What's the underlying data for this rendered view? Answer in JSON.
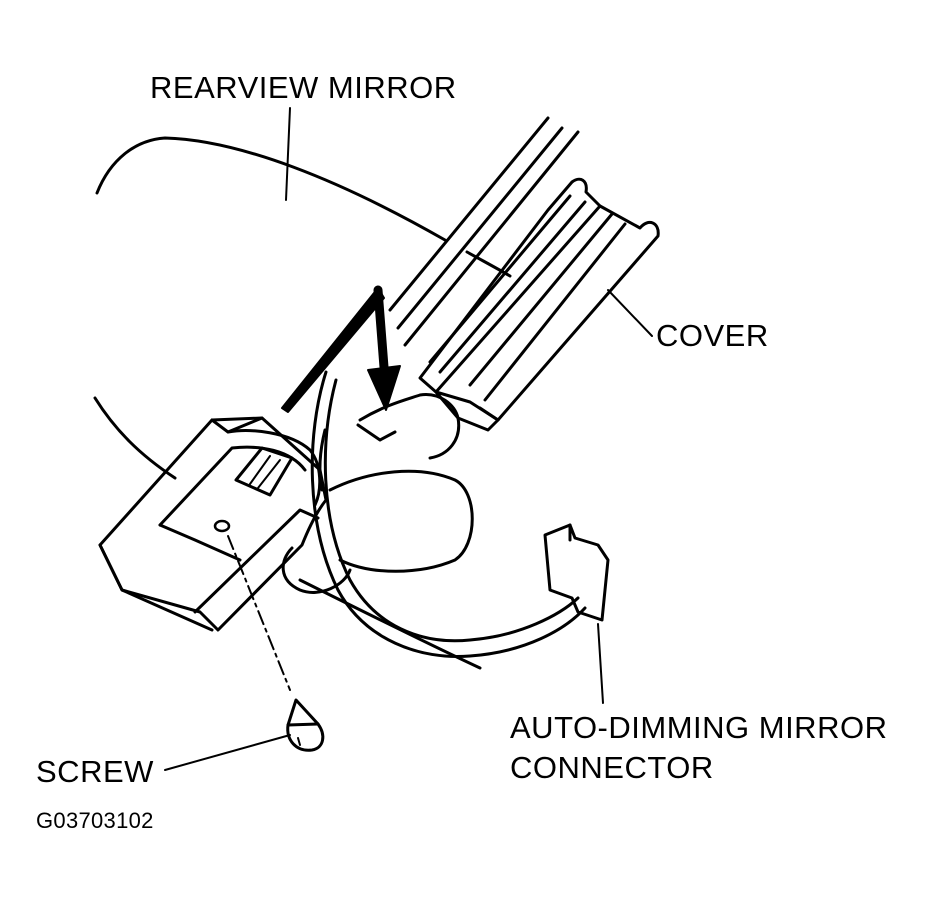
{
  "figure": {
    "labels": {
      "rearview_mirror": "REARVIEW MIRROR",
      "cover": "COVER",
      "auto_dimming_line1": "AUTO-DIMMING MIRROR",
      "auto_dimming_line2": "CONNECTOR",
      "screw": "SCREW",
      "figure_code": "G03703102"
    },
    "colors": {
      "ink": "#000000",
      "background": "#ffffff"
    }
  }
}
